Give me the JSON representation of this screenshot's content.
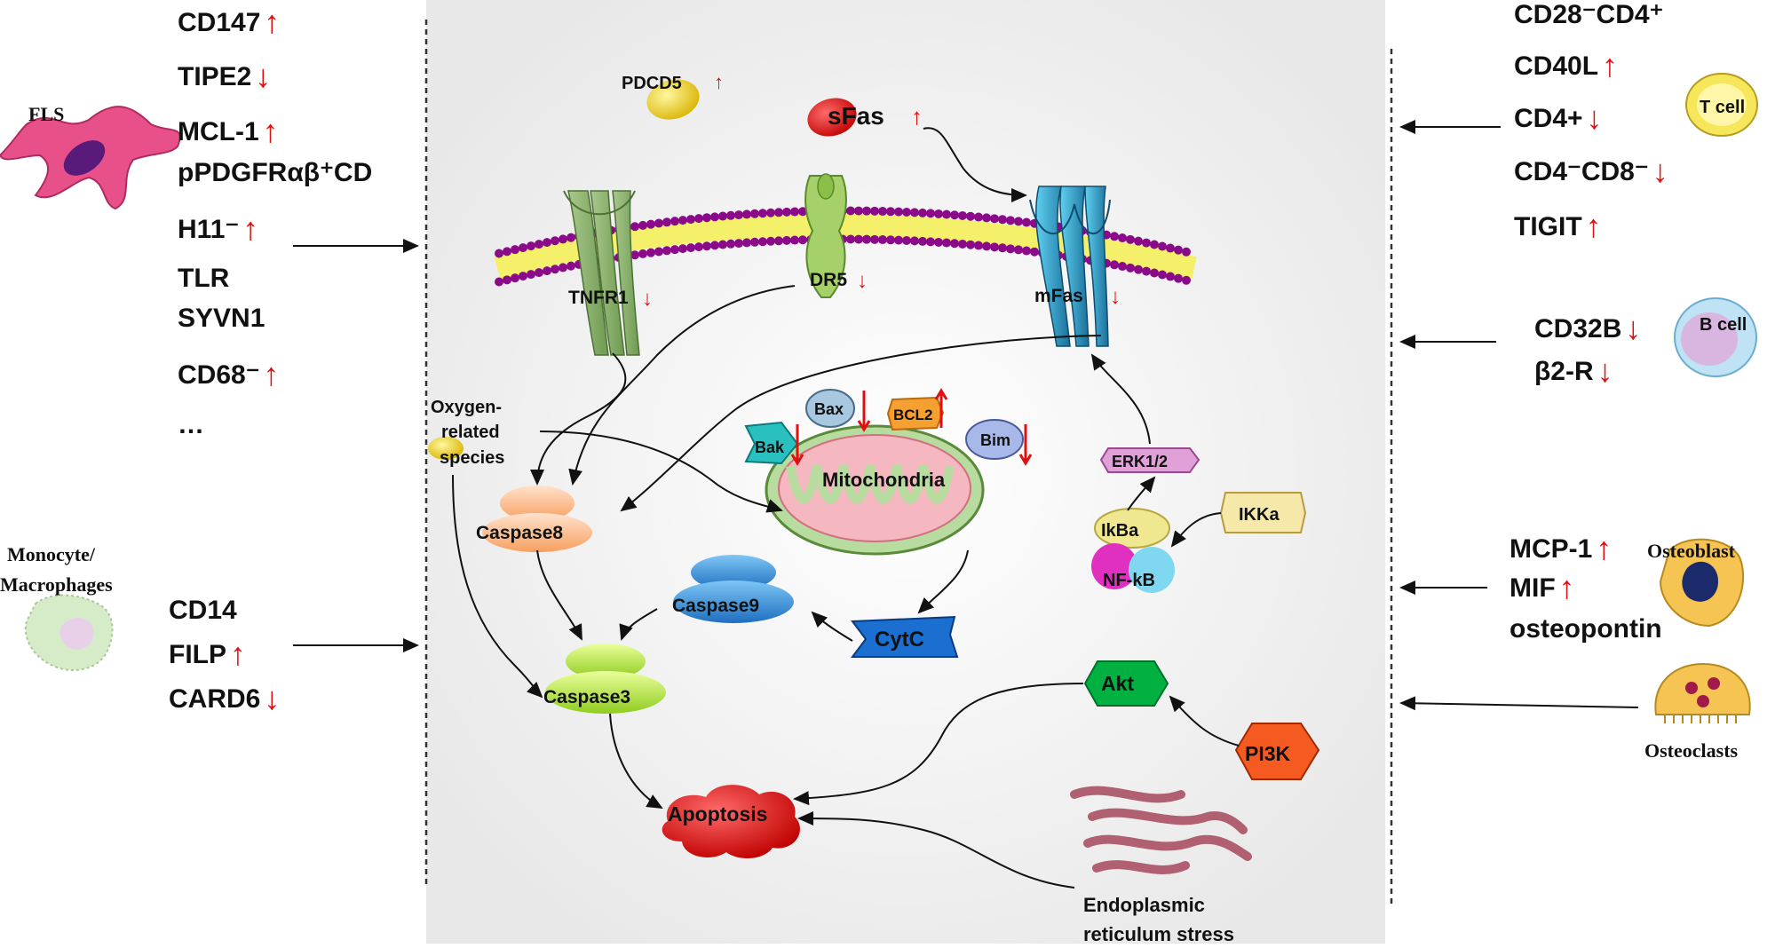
{
  "left_panel": {
    "fls_label": "FLS",
    "fls_markers": [
      {
        "text": "CD147",
        "arrow": "↑"
      },
      {
        "text": "TIPE2",
        "arrow": "↓"
      },
      {
        "text": "MCL-1 ",
        "arrow": "↑"
      },
      {
        "text": "pPDGFRαβ⁺CD",
        "arrow": ""
      },
      {
        "text": "H11⁻",
        "arrow": "↑"
      },
      {
        "text": "TLR",
        "arrow": ""
      },
      {
        "text": "SYVN1",
        "arrow": ""
      },
      {
        "text": "CD68⁻",
        "arrow": "↑"
      },
      {
        "text": "…",
        "arrow": ""
      }
    ],
    "mono_label_1": "Monocyte/",
    "mono_label_2": "Macrophages",
    "mono_markers": [
      {
        "text": "CD14",
        "arrow": ""
      },
      {
        "text": "FILP",
        "arrow": "↑"
      },
      {
        "text": "CARD6",
        "arrow": "↓"
      }
    ]
  },
  "right_panel": {
    "t_cell_label": "T cell",
    "t_markers": [
      {
        "text": "CD28⁻CD4⁺",
        "arrow": ""
      },
      {
        "text": "CD40L",
        "arrow": "↑"
      },
      {
        "text": "CD4+",
        "arrow": "↓"
      },
      {
        "text": "CD4⁻CD8⁻ ",
        "arrow": "↓"
      },
      {
        "text": "TIGIT ",
        "arrow": "↑"
      }
    ],
    "b_cell_label": "B cell",
    "b_markers": [
      {
        "text": "CD32B",
        "arrow": "↓"
      },
      {
        "text": "β2-R ",
        "arrow": "↓"
      }
    ],
    "osteoblast_label": "Osteoblast",
    "osteoblast_markers": [
      {
        "text": "MCP-1",
        "arrow": "↑"
      },
      {
        "text": "MIF",
        "arrow": "↑"
      },
      {
        "text": "osteopontin",
        "arrow": ""
      }
    ],
    "osteoclast_label": "Osteoclasts"
  },
  "center": {
    "pdcd5": "PDCD5",
    "pdcd5_arrow": "↑",
    "sfas": "sFas",
    "sfas_arrow": "↑",
    "tnfr1": "TNFR1",
    "tnfr1_arrow": "↓",
    "dr5": "DR5",
    "dr5_arrow": "↓",
    "mfas": "mFas",
    "mfas_arrow": "↓",
    "ros_1": "Oxygen-",
    "ros_2": "related",
    "ros_3": "species",
    "bax": "Bax",
    "bcl2": "BCL2",
    "bak": "Bak",
    "bim": "Bim",
    "mitochondria": "Mitochondria",
    "caspase8": "Caspase8",
    "caspase9": "Caspase9",
    "caspase3": "Caspase3",
    "cytc": "CytC",
    "erk": "ERK1/2",
    "ikba": "IkBa",
    "ikka": "IKKa",
    "nfkb": "NF-kB",
    "akt": "Akt",
    "pi3k": "PI3K",
    "apoptosis": "Apoptosis",
    "er_1": "Endoplasmic",
    "er_2": "reticulum stress"
  },
  "colors": {
    "arrow_red": "#e01010",
    "membrane_purple": "#8a0a8a",
    "membrane_yellow": "#f4f06a",
    "apoptosis_red": "#e60000"
  }
}
